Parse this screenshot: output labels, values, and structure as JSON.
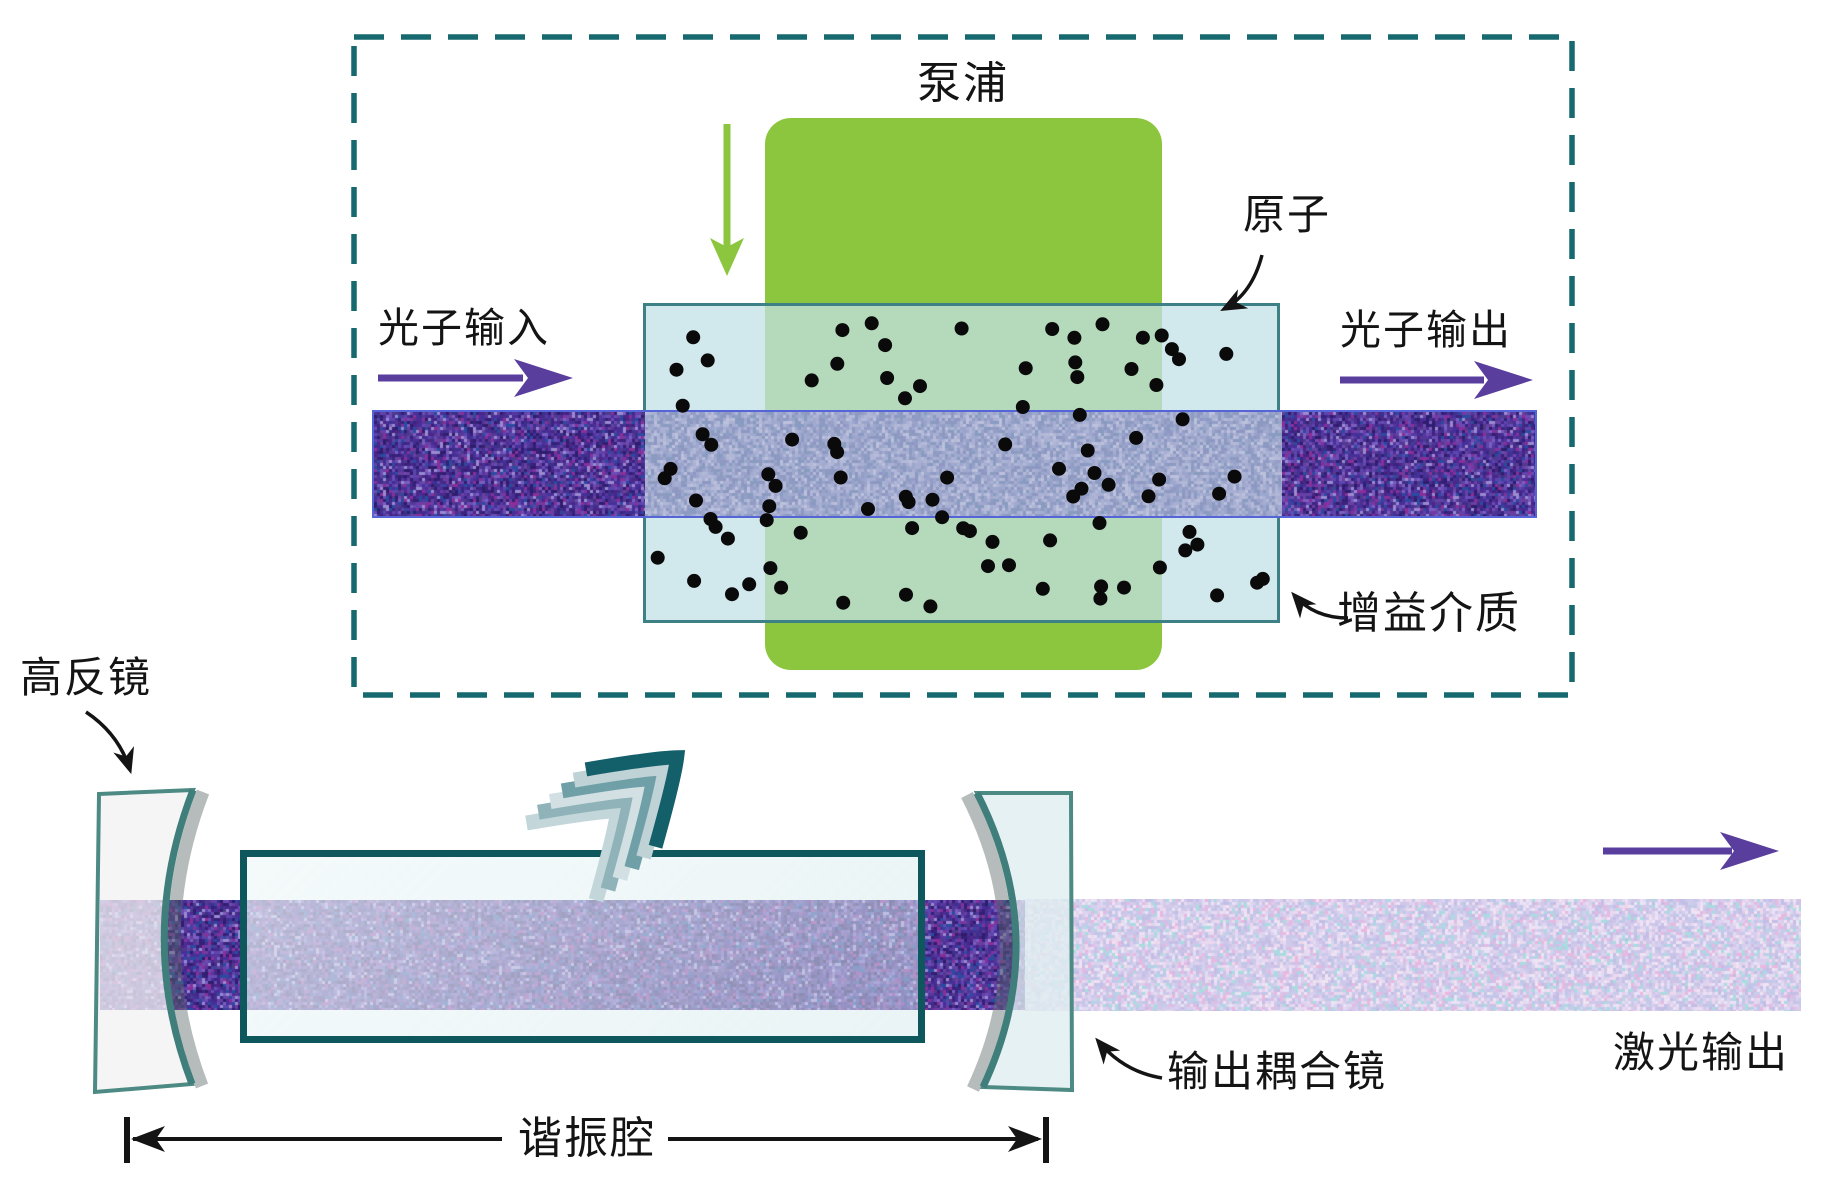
{
  "labels": {
    "pump": "泵浦",
    "photon_input": "光子输入",
    "photon_output": "光子输出",
    "atom": "原子",
    "gain_medium": "增益介质",
    "high_reflector": "高反镜",
    "output_coupler": "输出耦合镜",
    "cavity": "谐振腔",
    "laser_output": "激光输出"
  },
  "colors": {
    "teal": "#16696f",
    "teal_dark": "#0d575d",
    "mirror_teal": "#3f7e7a",
    "mirror_outline": "#4d8a84",
    "green": "#8cc63e",
    "purple": "#5a3e9d",
    "beam_edge": "#5565d8",
    "ink": "#141414"
  },
  "atoms": {
    "count": 92,
    "radius": 7,
    "color": "#0a0a0a"
  },
  "noise_palettes": {
    "dark": [
      "#3b2480",
      "#4a2e96",
      "#56379f",
      "#2f1c6b",
      "#6a4cb4",
      "#45309a",
      "#503a8e",
      "#7a5ec0",
      "#3d2f8a",
      "#8a2f9a",
      "#4b2587",
      "#5c45ae",
      "#342075",
      "#6b3fa0",
      "#9b8ad0",
      "#2a4ba0"
    ],
    "mid": [
      "#9aa3ca",
      "#8d97c2",
      "#a6aed1",
      "#b4bad8",
      "#8e9ac0",
      "#9ca7cd",
      "#aab1d4",
      "#bcc1dc",
      "#939dc6",
      "#a0a9ce",
      "#b0b6d6",
      "#879cc0"
    ],
    "light": [
      "#cfc6e9",
      "#d9d0ee",
      "#c4bde5",
      "#e4daf2",
      "#d2c9ea",
      "#ded4f0",
      "#c9c2e7",
      "#eae2f6",
      "#d7cdec",
      "#e8b8e0",
      "#a8dce0",
      "#c3cdea",
      "#ecd9ee",
      "#bfc8e8",
      "#f0e4f2"
    ]
  }
}
